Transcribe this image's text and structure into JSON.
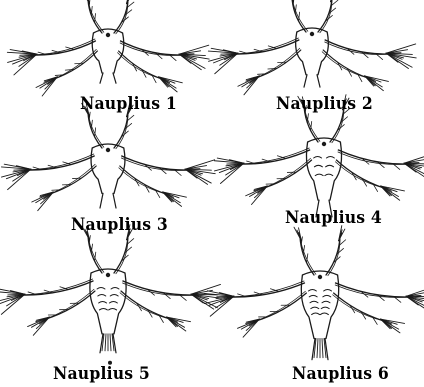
{
  "stages": [
    {
      "label": "Nauplius 1"
    },
    {
      "label": "Nauplius 2"
    },
    {
      "label": "Nauplius 3"
    },
    {
      "label": "Nauplius 4"
    },
    {
      "label": "Nauplius 5"
    },
    {
      "label": "Nauplius 6"
    }
  ]
}
